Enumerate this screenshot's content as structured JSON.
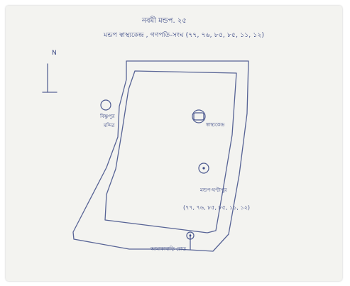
{
  "sketch": {
    "title": "নবমী মন্ডপ. ২৫",
    "subtitle": "মন্ডপ স্বাস্থ্যকেন্দ্র , গণপতি-সংঘ (৭৭, ৭৬, ৮৫, ৮৫, ১১, ১২)",
    "north_marker": "N",
    "left_landmark_line1": "বিষ্ণুপুর",
    "left_landmark_line2": "মন্দির",
    "right_landmark": "স্বাস্থ্যকেন্দ্র",
    "center_landmark": "মন্ডপ-ঘণ্টাপুর",
    "center_coords": "(৭৭, ৭৬, ৮৫, ৮৫, ১১, ১২)",
    "bottom_landmark": "আমাকাবাড়ি রোড"
  },
  "colors": {
    "ink": "#3c4a86",
    "paper": "#f3f3f0"
  }
}
